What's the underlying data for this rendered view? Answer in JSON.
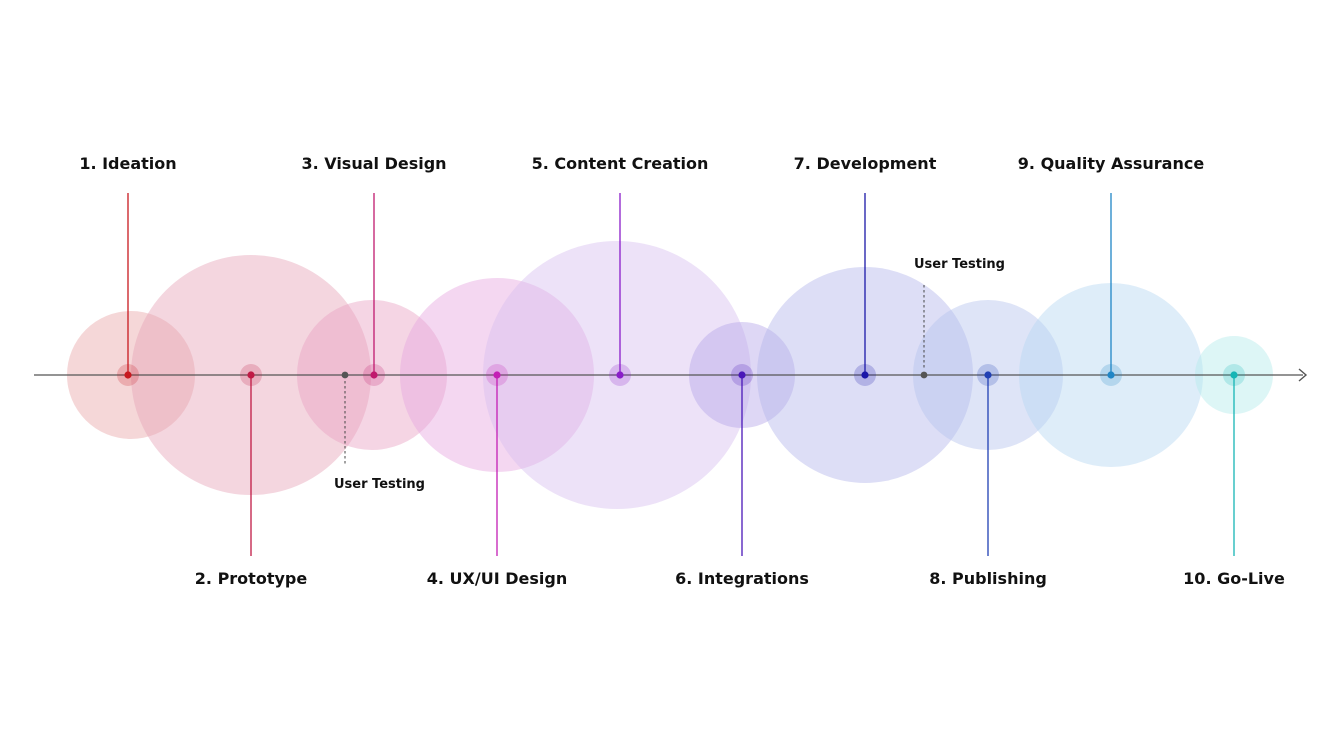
{
  "stages": [
    {
      "label": "1. Ideation",
      "color": "#c8191f",
      "bubble": "#e8a7a8"
    },
    {
      "label": "2. Prototype",
      "color": "#c01a45",
      "bubble": "#e7a4b8"
    },
    {
      "label": "3. Visual Design",
      "color": "#c01a6e",
      "bubble": "#e8a2c4"
    },
    {
      "label": "4. UX/UI Design",
      "color": "#c41eb5",
      "bubble": "#e7a7e0"
    },
    {
      "label": "5. Content Creation",
      "color": "#8a1cc9",
      "bubble": "#d8bff0"
    },
    {
      "label": "6. Integrations",
      "color": "#4a17b8",
      "bubble": "#b6a6e8"
    },
    {
      "label": "7. Development",
      "color": "#1b18a8",
      "bubble": "#b3b5ec"
    },
    {
      "label": "8. Publishing",
      "color": "#2140b4",
      "bubble": "#b6c4ee"
    },
    {
      "label": "9. Quality Assurance",
      "color": "#1f86c6",
      "bubble": "#b5d8f1"
    },
    {
      "label": "10. Go-Live",
      "color": "#17b5b5",
      "bubble": "#b4ebea"
    }
  ],
  "user_testing": [
    {
      "label": "User Testing",
      "after_stage": "2. Prototype"
    },
    {
      "label": "User Testing",
      "after_stage": "7. Development"
    }
  ],
  "axis_color": "#555555"
}
